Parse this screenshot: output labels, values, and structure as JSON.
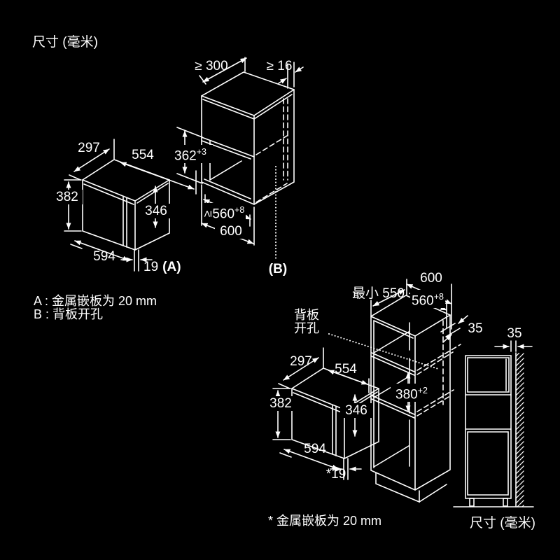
{
  "title": "尺寸 (毫米)",
  "caption_bottom_right": "尺寸 (毫米)",
  "notes": {
    "a": "A : 金属嵌板为 20 mm",
    "b": "B : 背板开孔",
    "asterisk": "* 金属嵌板为 20 mm"
  },
  "oven_front": {
    "depth": "297",
    "width_top": "554",
    "height": "382",
    "door_height": "346",
    "width_bottom": "594",
    "panel": "19",
    "panel_label": "(A)"
  },
  "wall_cabinet": {
    "top_depth_min": "≥ 300",
    "back_gap_min": "≥ 16",
    "niche_height": "362",
    "niche_height_tol": "+3",
    "niche_width_geq": "≥",
    "niche_width": "560",
    "niche_width_tol": "+8",
    "outer_width": "600",
    "label": "(B)"
  },
  "tall_cabinet": {
    "outer_width": "600",
    "min_depth": "最小 550",
    "niche_width": "560",
    "niche_width_tol": "+8",
    "back_offset": "35",
    "niche_height": "380",
    "niche_height_tol": "+2",
    "back_panel_line1": "背板",
    "back_panel_line2": "开孔"
  },
  "oven_bottom": {
    "depth": "297",
    "width_top": "554",
    "height": "382",
    "door_height": "346",
    "width_bottom": "594",
    "panel": "*19"
  },
  "side_view": {
    "wall_gap": "35"
  },
  "colors": {
    "background": "#000000",
    "line": "#ffffff"
  }
}
